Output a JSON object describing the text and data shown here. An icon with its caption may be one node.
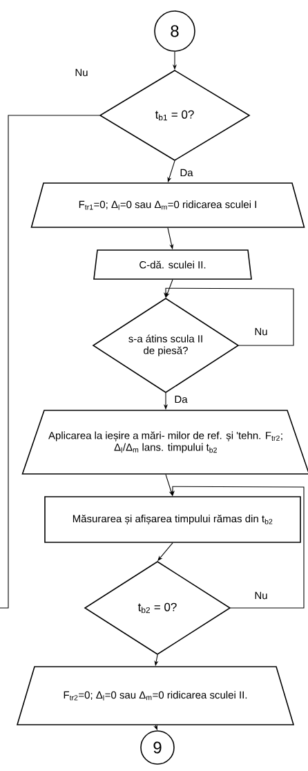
{
  "diagram": {
    "nodes": [
      {
        "text": [
          "8"
        ]
      },
      {
        "text": [
          "t$_{b1}$ = 0?"
        ]
      },
      {
        "text": [
          "F$_{tr1}$=0; Δ$_{l}$=0 sau Δ$_{m}$=0 ridicarea sculei I"
        ]
      },
      {
        "text": [
          "C-dă. sculei II."
        ]
      },
      {
        "text": [
          "s-a átins scula II de piesă?"
        ]
      },
      {
        "text": [
          "Aplicarea la ieșire a mări- milor de ref. și 'tehn. F$_{tr2}$; Δ$_{l}$/Δ$_{m}$ lans. timpului t$_{b2}$"
        ]
      },
      {
        "text": [
          "Măsurarea și afișarea timpului rămas din t$_{b2}$"
        ]
      },
      {
        "text": [
          "t$_{b2}$ = 0?"
        ]
      },
      {
        "text": [
          "F$_{tr2}$=0; Δ$_{l}$=0 sau Δ$_{m}$=0 ridicarea sculei II."
        ]
      },
      {
        "text": [
          "9"
        ]
      }
    ],
    "edges": [
      {
        "from": 0,
        "to": 1,
        "arrow": "to"
      },
      {
        "from": 1,
        "to": 2,
        "arrow": "to",
        "label": "Da"
      },
      {
        "from": 1,
        "to": null,
        "arrow": "none",
        "label": "Nu"
      },
      {
        "from": 2,
        "to": 3,
        "arrow": "to"
      },
      {
        "from": 3,
        "to": 4,
        "arrow": "to"
      },
      {
        "from": 4,
        "to": 4,
        "arrow": "to",
        "label": "Nu"
      },
      {
        "from": 4,
        "to": 5,
        "arrow": "to",
        "label": "Da"
      },
      {
        "from": 5,
        "to": 6,
        "arrow": "to"
      },
      {
        "from": 6,
        "to": 7,
        "arrow": "to"
      },
      {
        "from": 7,
        "to": 6,
        "arrow": "to",
        "label": "Nu"
      },
      {
        "from": 7,
        "to": 8,
        "arrow": "to"
      },
      {
        "from": 8,
        "to": 9,
        "arrow": "to"
      }
    ]
  }
}
